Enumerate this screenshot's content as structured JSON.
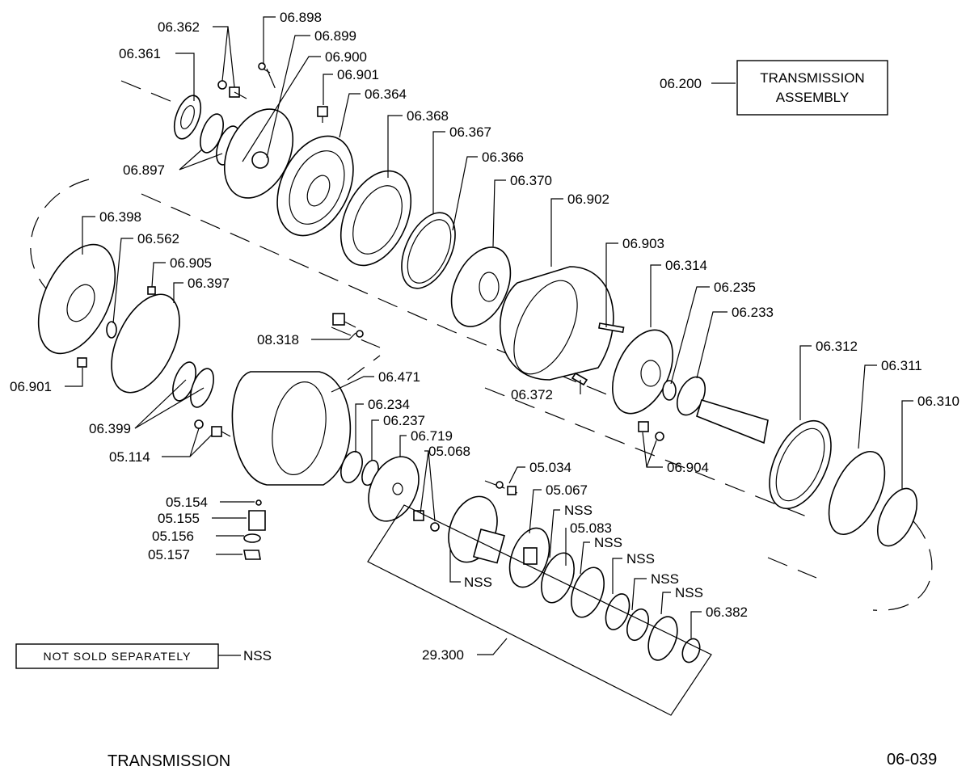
{
  "parts": {
    "p06_362": "06.362",
    "p06_898": "06.898",
    "p06_899": "06.899",
    "p06_361": "06.361",
    "p06_900": "06.900",
    "p06_901_top": "06.901",
    "p06_364": "06.364",
    "p06_368": "06.368",
    "p06_367": "06.367",
    "p06_897": "06.897",
    "p06_366": "06.366",
    "p06_370": "06.370",
    "p06_902": "06.902",
    "p06_398": "06.398",
    "p06_562": "06.562",
    "p06_905": "06.905",
    "p06_397": "06.397",
    "p06_903": "06.903",
    "p06_314": "06.314",
    "p06_235": "06.235",
    "p06_233": "06.233",
    "p08_318": "08.318",
    "p06_901_left": "06.901",
    "p06_312": "06.312",
    "p06_311": "06.311",
    "p06_471": "06.471",
    "p06_372": "06.372",
    "p06_310": "06.310",
    "p06_234": "06.234",
    "p06_399": "06.399",
    "p06_237": "06.237",
    "p06_719": "06.719",
    "p05_068": "05.068",
    "p05_114": "05.114",
    "p06_904": "06.904",
    "p05_034": "05.034",
    "p05_154": "05.154",
    "p05_067": "05.067",
    "p05_155": "05.155",
    "nss_a": "NSS",
    "p05_083": "05.083",
    "p05_156": "05.156",
    "nss_b": "NSS",
    "p05_157": "05.157",
    "nss_c": "NSS",
    "nss_d": "NSS",
    "nss_hub": "NSS",
    "nss_e": "NSS",
    "p06_382": "06.382",
    "p29_300": "29.300",
    "p06_200": "06.200"
  },
  "assembly_box": {
    "line1": "TRANSMISSION",
    "line2": "ASSEMBLY"
  },
  "legend": {
    "box_text": "NOT SOLD SEPARATELY",
    "code": "NSS"
  },
  "footer": {
    "title": "TRANSMISSION",
    "page_code": "06-039"
  }
}
